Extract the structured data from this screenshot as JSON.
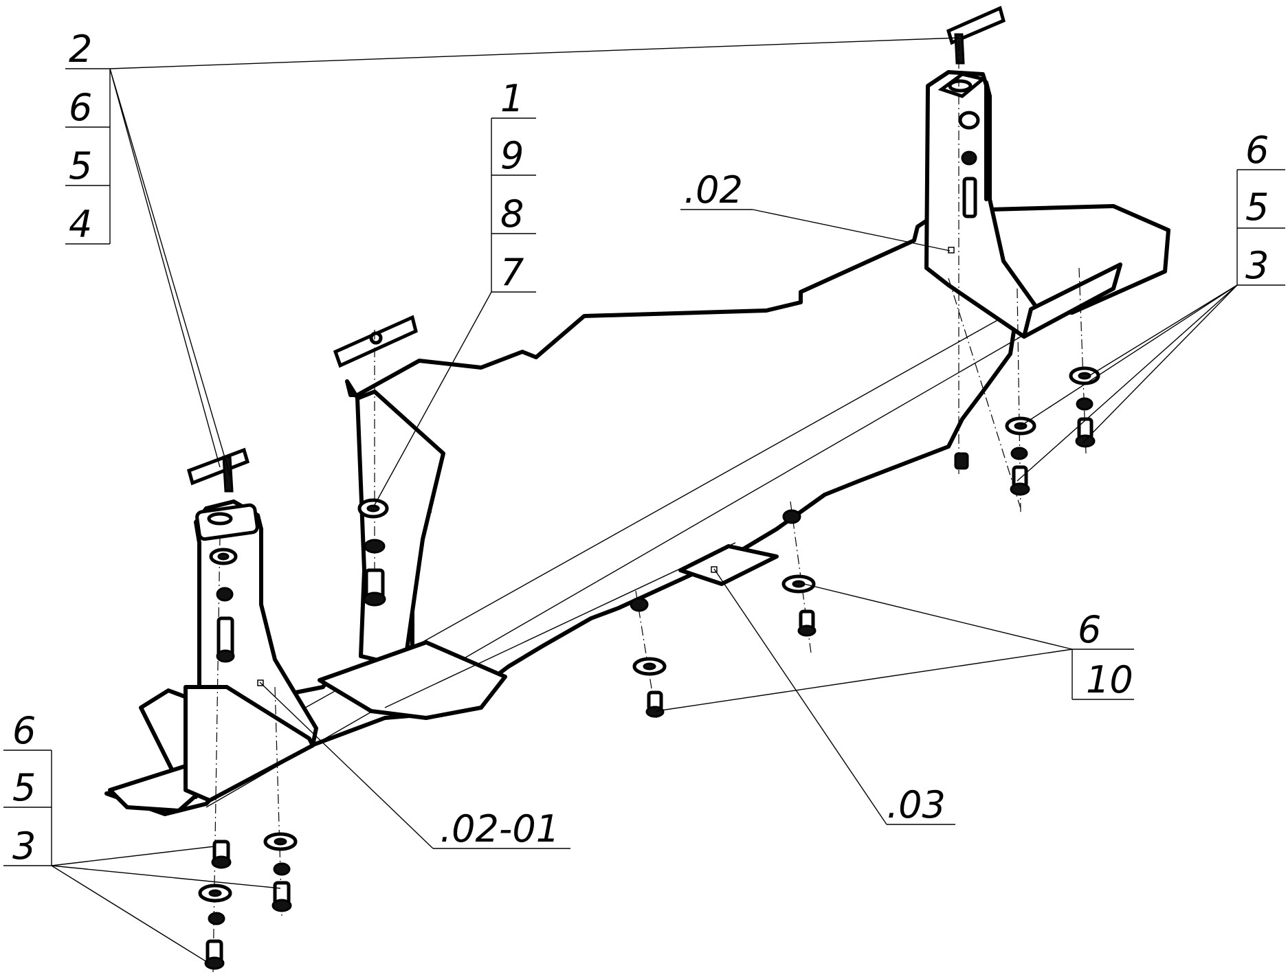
{
  "callouts": {
    "top_left": [
      "2",
      "6",
      "5",
      "4"
    ],
    "center": [
      "1",
      "9",
      "8",
      "7"
    ],
    "right": [
      "6",
      "5",
      "3"
    ],
    "bottom_left": [
      "6",
      "5",
      "3"
    ],
    "fasteners_mid": [
      "6",
      "10"
    ],
    "part_02": ".02",
    "part_02_01": ".02-01",
    "part_03": ".03"
  },
  "icons": [
    "bolt-icon",
    "washer-icon",
    "spring-washer-icon",
    "clamp-plate-icon",
    "weld-mark-icon"
  ]
}
